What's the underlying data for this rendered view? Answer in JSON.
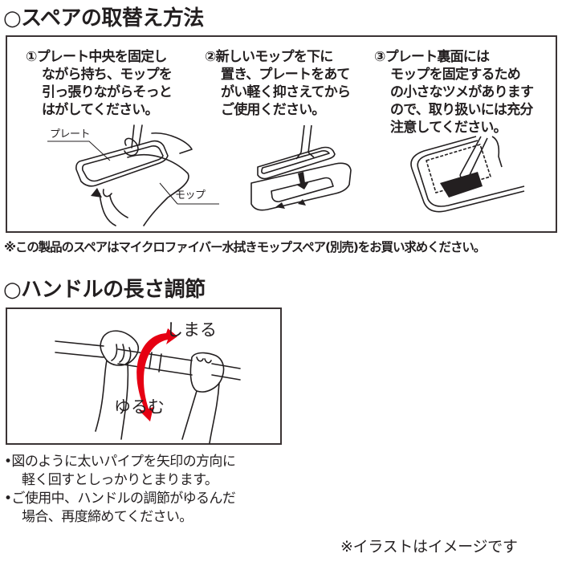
{
  "section1": {
    "title": "○スペアの取替え方法",
    "steps": [
      {
        "lines": [
          "①プレート中央を固定し",
          "ながら持ち、モップを",
          "引っ張りながらそっと",
          "はがしてください。"
        ],
        "labels": {
          "plate": "プレート",
          "mop": "モップ"
        }
      },
      {
        "lines": [
          "②新しいモップを下に",
          "置き、プレートをあて",
          "がい軽く抑さえてから",
          "ご使用ください。"
        ]
      },
      {
        "lines": [
          "③プレート裏面には",
          "モップを固定するため",
          "の小さなツメがあります",
          "ので、取り扱いには充分",
          "注意してください。"
        ]
      }
    ],
    "note": "※この製品のスペアはマイクロファイバー水拭きモップスペア(別売)をお買い求めください。"
  },
  "section2": {
    "title": "○ハンドルの長さ調節",
    "labels": {
      "tighten": "しまる",
      "loosen": "ゆるむ"
    },
    "arrow_color": "#e60012",
    "bullets": [
      [
        "•図のように太いパイプを矢印の方向に",
        "軽く回すとしっかりとまります。"
      ],
      [
        "•ご使用中、ハンドルの調節がゆるんだ",
        "場合、再度締めてください。"
      ]
    ]
  },
  "disclaimer": "※イラストはイメージです"
}
